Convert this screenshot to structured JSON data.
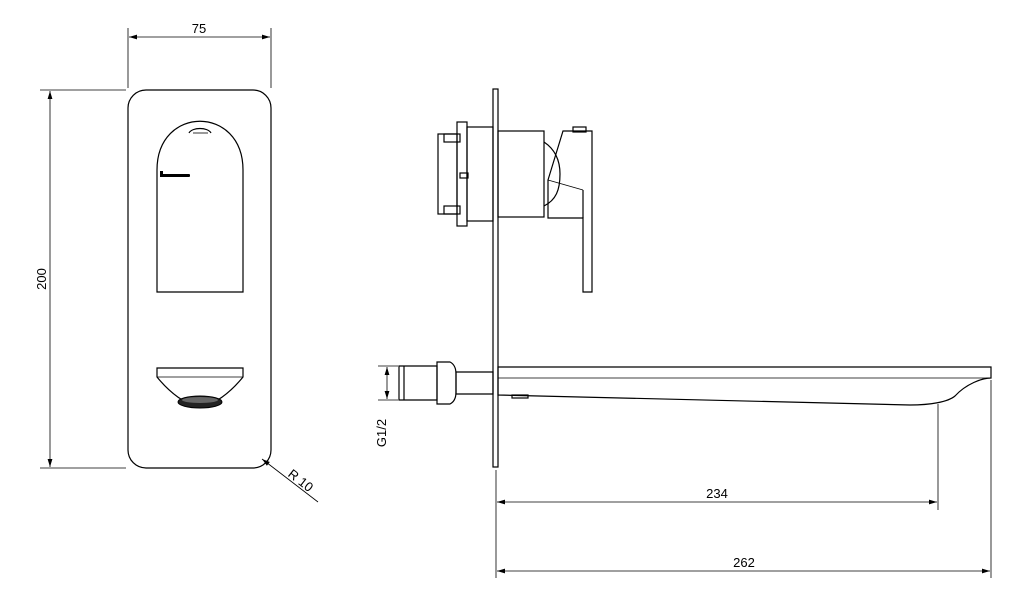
{
  "dimensions": {
    "width": "75",
    "height": "200",
    "radius": "R 10",
    "thread": "G1/2",
    "projection_inner": "234",
    "projection_total": "262"
  },
  "colors": {
    "line": "#000000",
    "background": "#ffffff"
  }
}
